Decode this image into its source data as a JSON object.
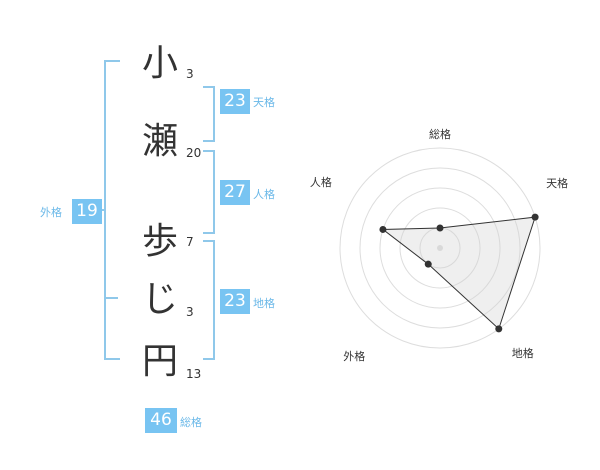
{
  "name": {
    "characters": [
      "小",
      "瀬",
      "歩",
      "じ",
      "円"
    ],
    "strokes": [
      "3",
      "20",
      "7",
      "3",
      "13"
    ]
  },
  "fortunes": {
    "tenkaku": {
      "label": "天格",
      "value": "23"
    },
    "jinkaku": {
      "label": "人格",
      "value": "27"
    },
    "chikaku": {
      "label": "地格",
      "value": "23"
    },
    "gaikaku": {
      "label": "外格",
      "value": "19"
    },
    "soukaku": {
      "label": "総格",
      "value": "46"
    }
  },
  "chart_data": {
    "type": "radar",
    "axes": [
      "総格",
      "天格",
      "地格",
      "外格",
      "人格"
    ],
    "values": [
      1,
      5,
      5,
      1,
      3
    ],
    "ylim": [
      0,
      5
    ]
  },
  "colors": {
    "accent": "#78c4f2",
    "bracket": "#8fc8ea",
    "label": "#6ab8e8",
    "text": "#333333"
  }
}
